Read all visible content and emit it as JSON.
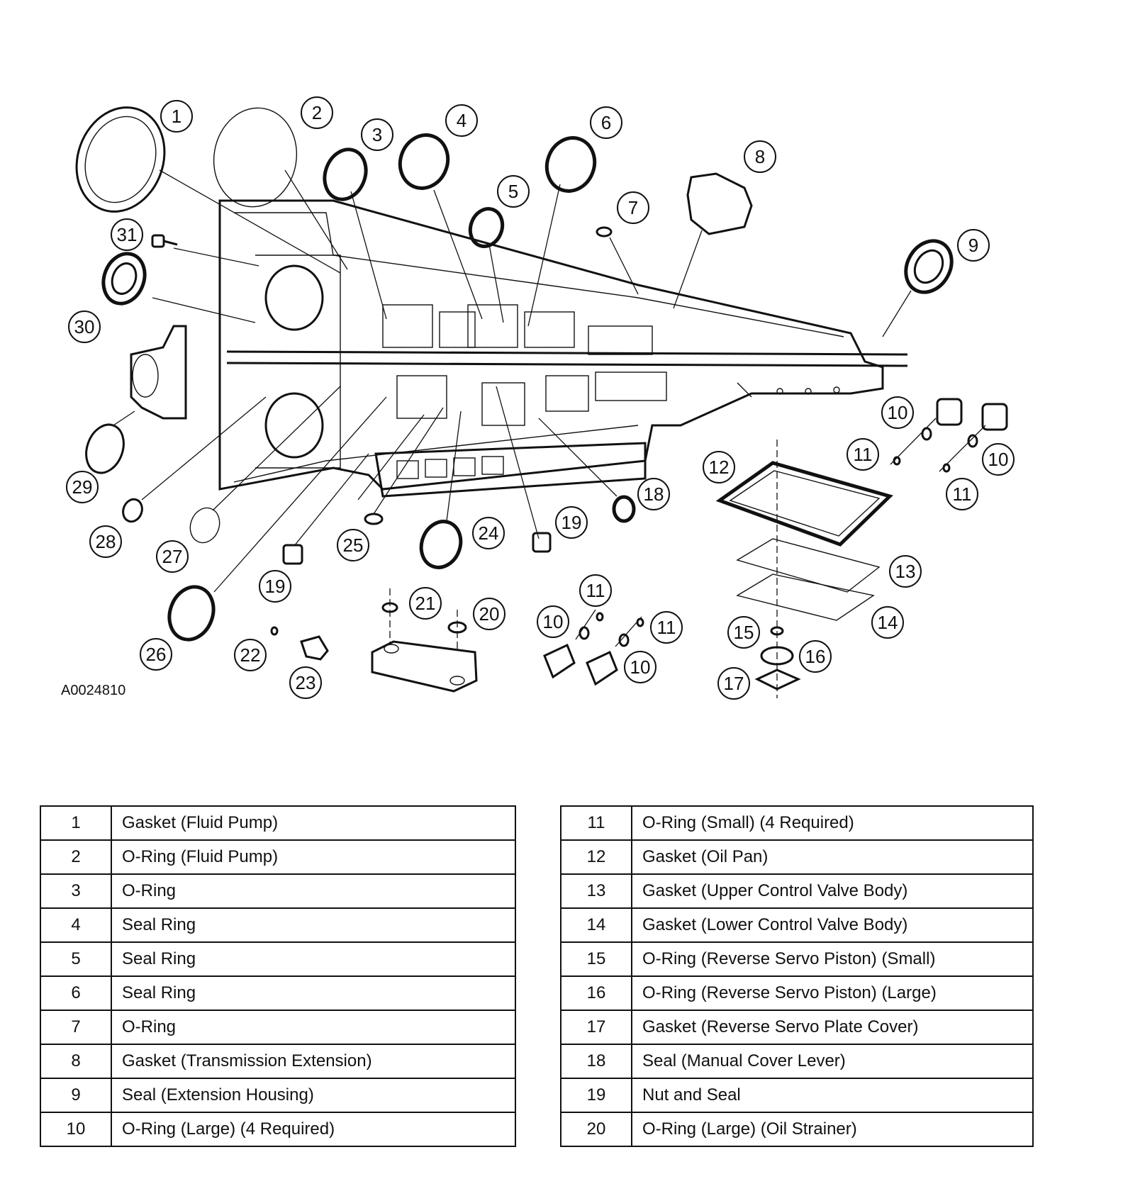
{
  "figure": {
    "code": "A0024810",
    "callout_numbers": [
      "1",
      "2",
      "3",
      "4",
      "5",
      "6",
      "7",
      "8",
      "9",
      "10",
      "10",
      "10",
      "10",
      "11",
      "11",
      "11",
      "11",
      "12",
      "13",
      "14",
      "15",
      "16",
      "17",
      "18",
      "19",
      "19",
      "20",
      "21",
      "22",
      "23",
      "24",
      "25",
      "26",
      "27",
      "28",
      "29",
      "30",
      "31"
    ]
  },
  "legend_left": [
    {
      "num": "1",
      "desc": "Gasket (Fluid Pump)"
    },
    {
      "num": "2",
      "desc": "O-Ring (Fluid Pump)"
    },
    {
      "num": "3",
      "desc": "O-Ring"
    },
    {
      "num": "4",
      "desc": "Seal Ring"
    },
    {
      "num": "5",
      "desc": "Seal Ring"
    },
    {
      "num": "6",
      "desc": "Seal Ring"
    },
    {
      "num": "7",
      "desc": "O-Ring"
    },
    {
      "num": "8",
      "desc": "Gasket (Transmission Extension)"
    },
    {
      "num": "9",
      "desc": "Seal (Extension Housing)"
    },
    {
      "num": "10",
      "desc": "O-Ring (Large) (4 Required)"
    }
  ],
  "legend_right": [
    {
      "num": "11",
      "desc": "O-Ring (Small) (4 Required)"
    },
    {
      "num": "12",
      "desc": "Gasket (Oil Pan)"
    },
    {
      "num": "13",
      "desc": "Gasket (Upper Control Valve Body)"
    },
    {
      "num": "14",
      "desc": "Gasket (Lower Control Valve Body)"
    },
    {
      "num": "15",
      "desc": "O-Ring (Reverse Servo Piston) (Small)"
    },
    {
      "num": "16",
      "desc": "O-Ring (Reverse Servo Piston) (Large)"
    },
    {
      "num": "17",
      "desc": "Gasket (Reverse Servo Plate Cover)"
    },
    {
      "num": "18",
      "desc": "Seal (Manual Cover Lever)"
    },
    {
      "num": "19",
      "desc": "Nut and Seal"
    },
    {
      "num": "20",
      "desc": "O-Ring (Large) (Oil Strainer)"
    }
  ]
}
